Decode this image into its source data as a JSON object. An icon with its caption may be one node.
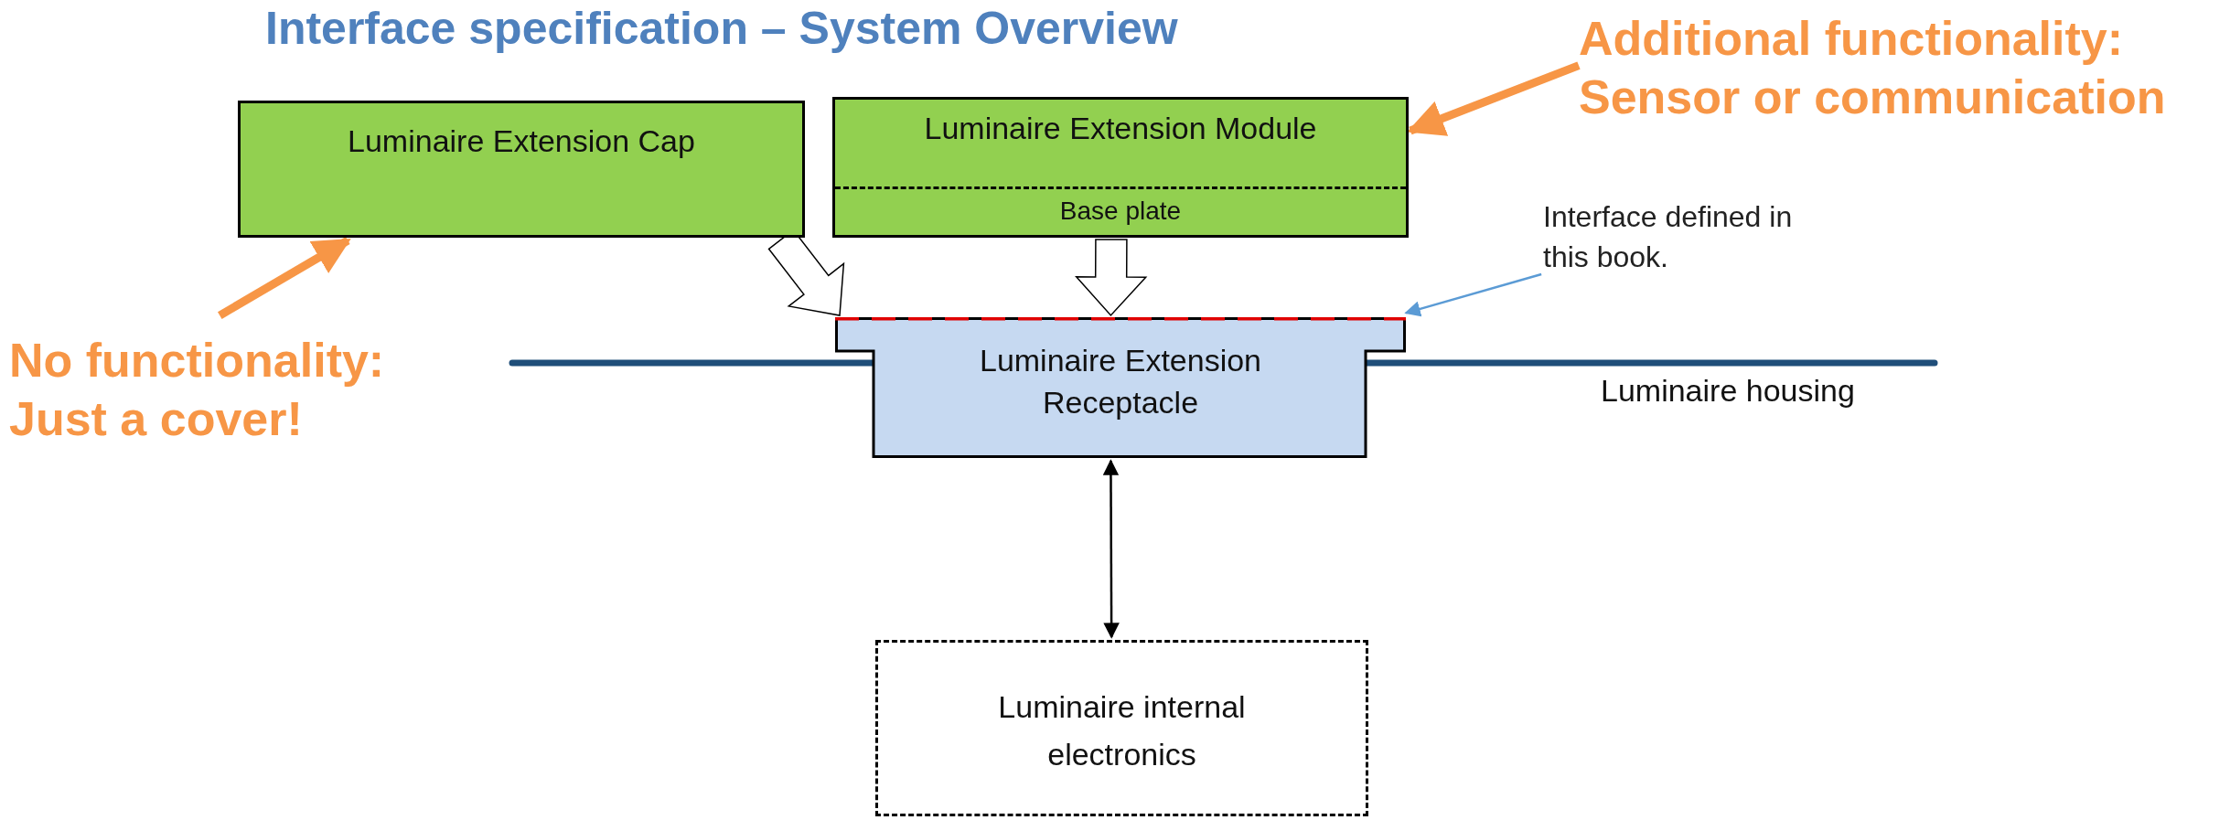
{
  "diagram": {
    "title": "Interface specification – System Overview",
    "nodes": [
      {
        "text": [
          "Luminaire Extension Cap"
        ]
      },
      {
        "text": [
          "Luminaire Extension Module",
          "Base plate"
        ]
      },
      {
        "text": [
          "Luminaire Extension Receptacle"
        ]
      },
      {
        "text": [
          "Luminaire internal electronics"
        ]
      },
      {
        "text": [
          "No functionality: Just a cover!"
        ]
      },
      {
        "text": [
          "Additional functionality: Sensor or communication"
        ]
      },
      {
        "text": [
          "Interface defined in this book."
        ]
      }
    ],
    "edges": [
      {
        "from": 0,
        "to": 2,
        "arrow": "to",
        "color": "#000000"
      },
      {
        "from": 1,
        "to": 2,
        "arrow": "to",
        "color": "#000000"
      },
      {
        "from": 2,
        "to": 3,
        "arrow": "both",
        "color": "#000000"
      },
      {
        "from": 4,
        "to": 0,
        "arrow": "to",
        "style": "thick",
        "color": "#f79646"
      },
      {
        "from": 5,
        "to": 1,
        "arrow": "to",
        "style": "thick",
        "color": "#f79646"
      },
      {
        "from": 6,
        "to": 2,
        "arrow": "to",
        "color": "#5b9bd5"
      }
    ],
    "labels": [
      "Luminaire housing"
    ]
  }
}
